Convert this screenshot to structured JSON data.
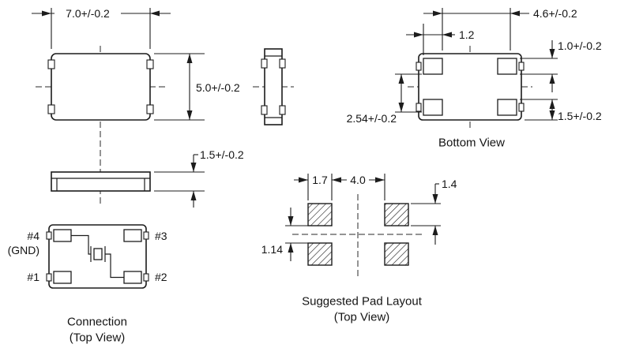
{
  "colors": {
    "background": "#ffffff",
    "line": "#1c1c1c"
  },
  "views": {
    "top_view": {
      "dim_width": "7.0+/-0.2",
      "dim_height": "5.0+/-0.2"
    },
    "side_view": {
      "dim_thickness": "1.5+/-0.2"
    },
    "bottom_view": {
      "caption": "Bottom View",
      "dim_span": "4.6+/-0.2",
      "dim_pad_width": "1.2",
      "dim_top_pad": "1.0+/-0.2",
      "dim_pitch": "2.54+/-0.2",
      "dim_bottom_pad": "1.5+/-0.2"
    },
    "connection": {
      "caption_line1": "Connection",
      "caption_line2": "(Top View)",
      "pin4": "#4",
      "pin4_note": "(GND)",
      "pin3": "#3",
      "pin1": "#1",
      "pin2": "#2"
    },
    "pad_layout": {
      "caption_line1": "Suggested Pad Layout",
      "caption_line2": "(Top View)",
      "dim_pad_width": "1.7",
      "dim_span": "4.0",
      "dim_pad_height": "1.4",
      "dim_gap": "1.14"
    }
  }
}
